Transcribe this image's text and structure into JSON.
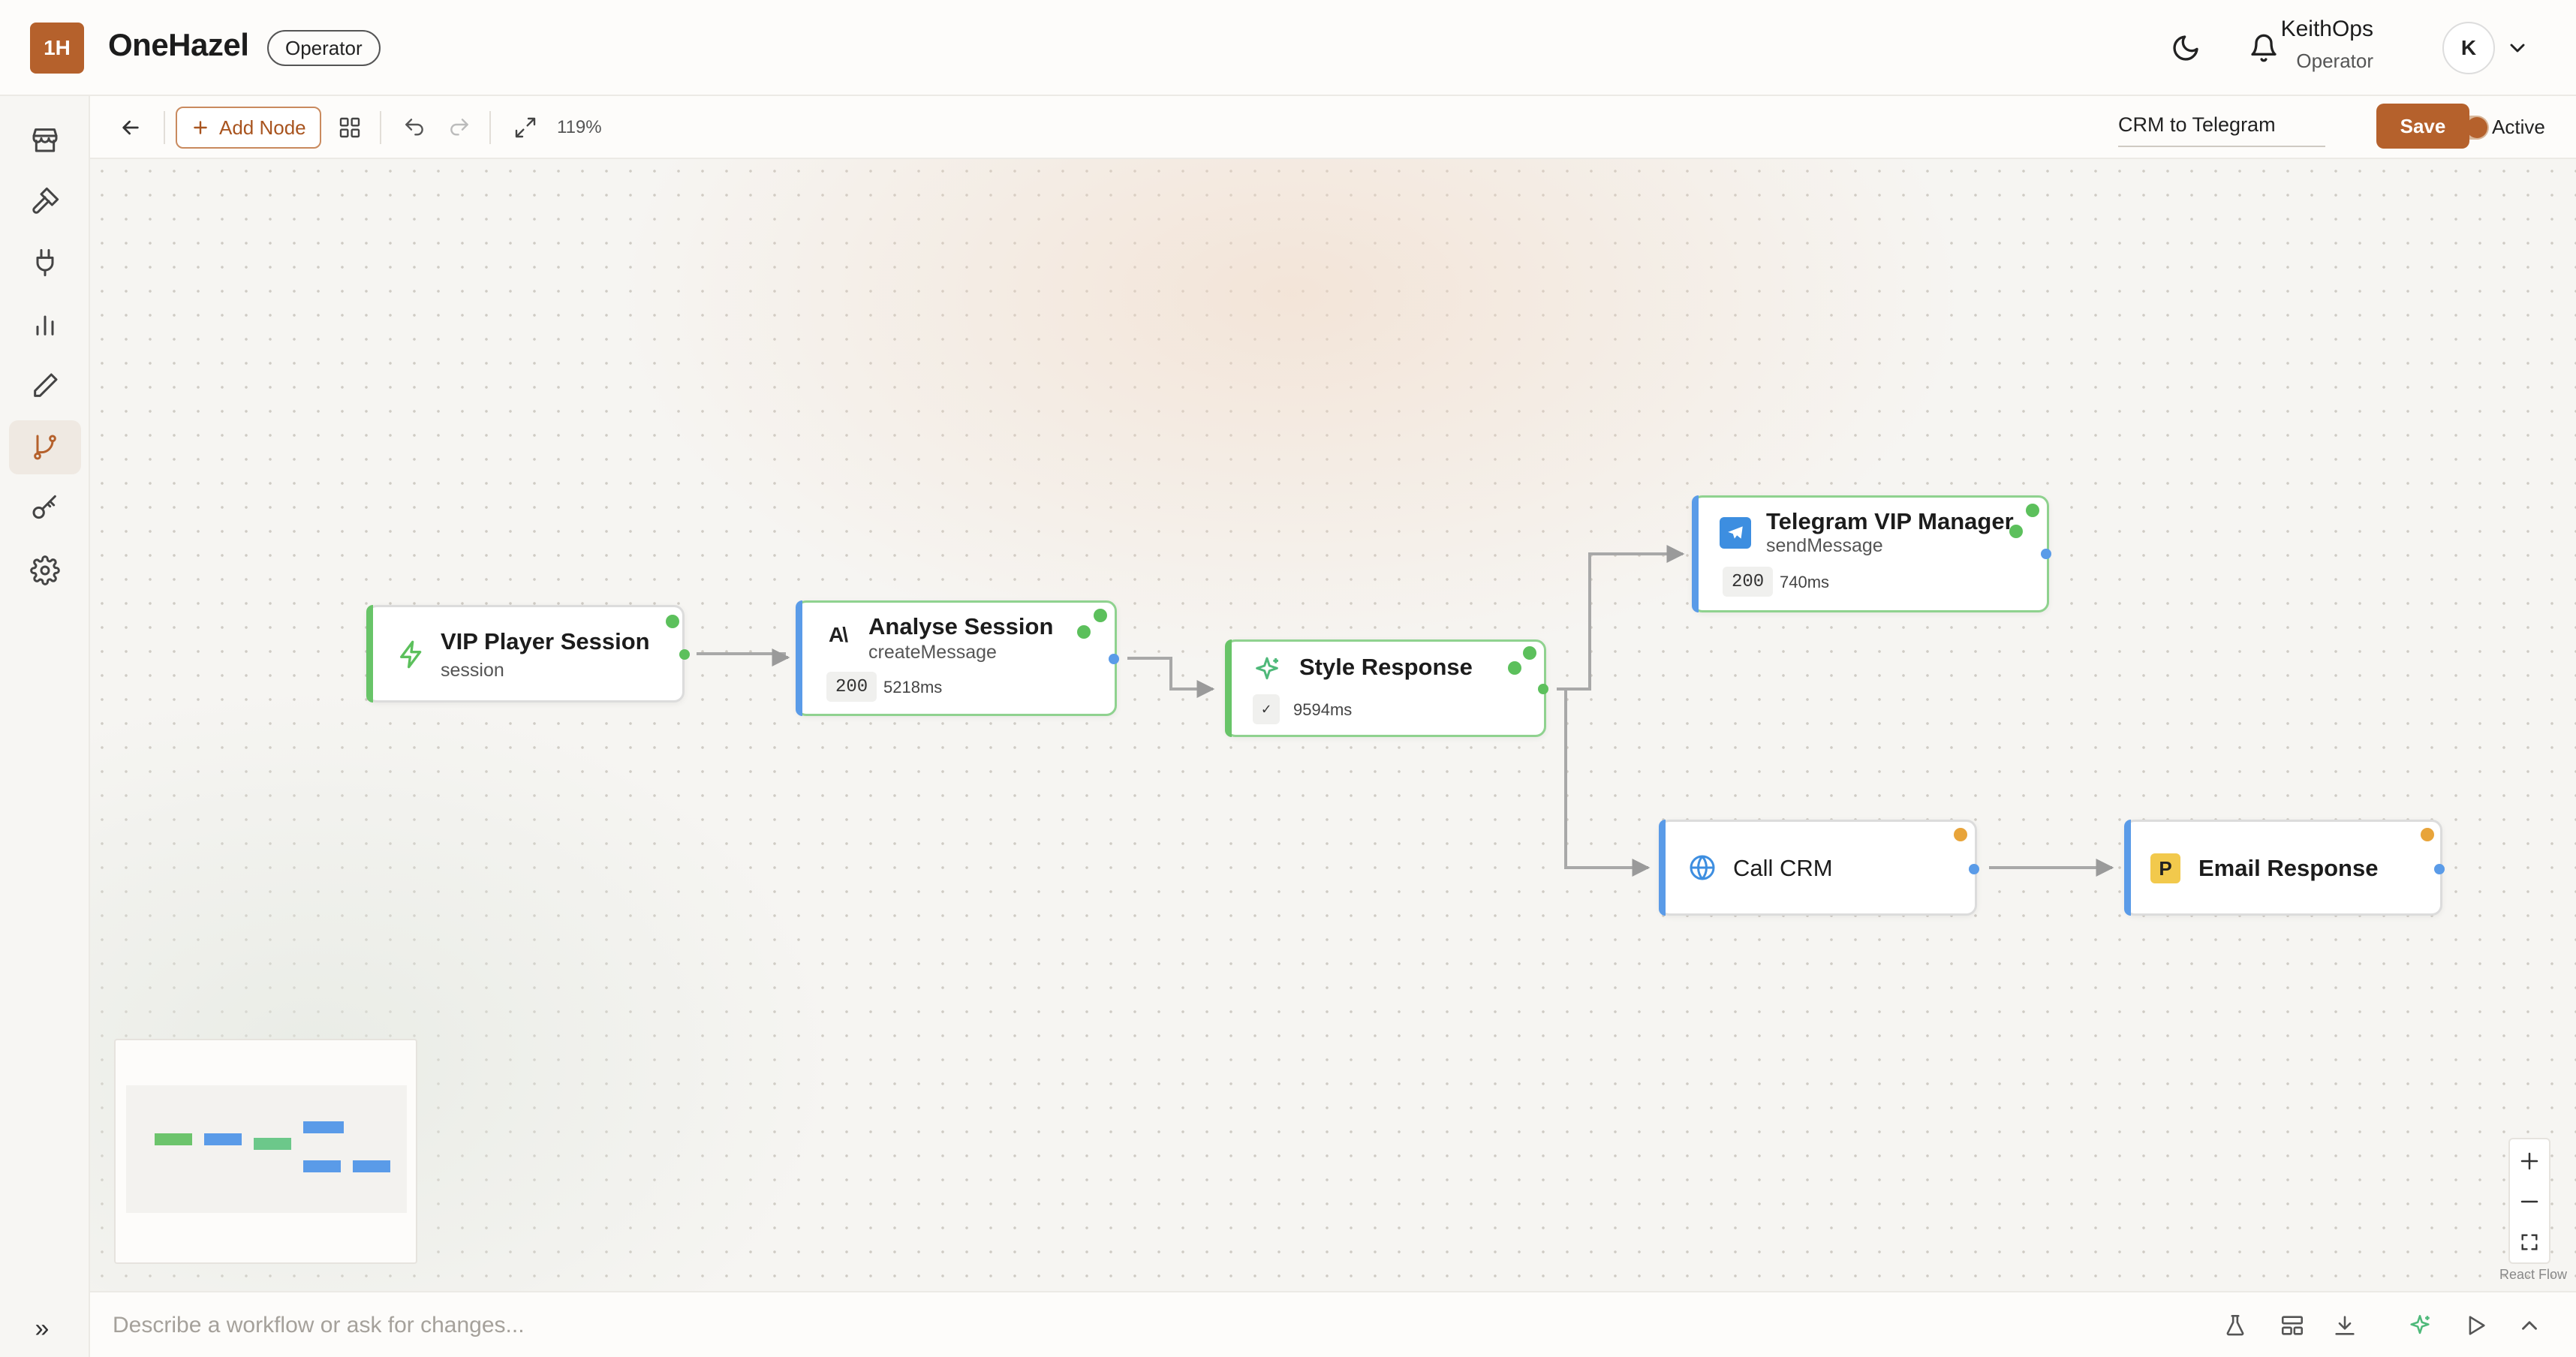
{
  "header": {
    "logo_text": "1H",
    "app_title": "OneHazel",
    "role_badge": "Operator",
    "user_name": "KeithOps",
    "user_role": "Operator",
    "avatar_initial": "K"
  },
  "sidebar": {
    "items": [
      {
        "icon": "store-icon"
      },
      {
        "icon": "hammer-icon"
      },
      {
        "icon": "plug-icon"
      },
      {
        "icon": "bar-chart-icon"
      },
      {
        "icon": "pencil-icon"
      },
      {
        "icon": "workflow-icon",
        "active": true
      },
      {
        "icon": "key-icon"
      },
      {
        "icon": "gear-icon"
      }
    ],
    "expand_glyph": "»"
  },
  "toolbar": {
    "add_node_label": "Add Node",
    "zoom_level": "119%",
    "workflow_name": "CRM to Telegram",
    "active_label": "Active",
    "active": true,
    "save_label": "Save"
  },
  "nodes": [
    {
      "id": "vip",
      "title": "VIP Player Session",
      "subtitle": "session",
      "icon": "lightning-icon",
      "status": "green"
    },
    {
      "id": "analyse",
      "title": "Analyse Session",
      "subtitle": "createMessage",
      "icon": "anthropic-icon",
      "code": "200",
      "time": "5218ms",
      "status": "green"
    },
    {
      "id": "style",
      "title": "Style Response",
      "icon": "sparkle-icon",
      "code": "✓",
      "time": "9594ms",
      "status": "green"
    },
    {
      "id": "telegram",
      "title": "Telegram VIP Manager",
      "subtitle": "sendMessage",
      "icon": "telegram-icon",
      "code": "200",
      "time": "740ms",
      "status": "green"
    },
    {
      "id": "crm",
      "title": "Call CRM",
      "icon": "globe-icon",
      "status": "orange"
    },
    {
      "id": "email",
      "title": "Email Response",
      "icon": "p-badge-icon",
      "badge": "P",
      "status": "orange"
    }
  ],
  "canvas": {
    "attribution": "React Flow"
  },
  "bottombar": {
    "prompt_placeholder": "Describe a workflow or ask for changes..."
  },
  "colors": {
    "accent": "#b5612c",
    "success": "#5cc05c",
    "pending": "#e8a43a",
    "link": "#5a9be8"
  }
}
